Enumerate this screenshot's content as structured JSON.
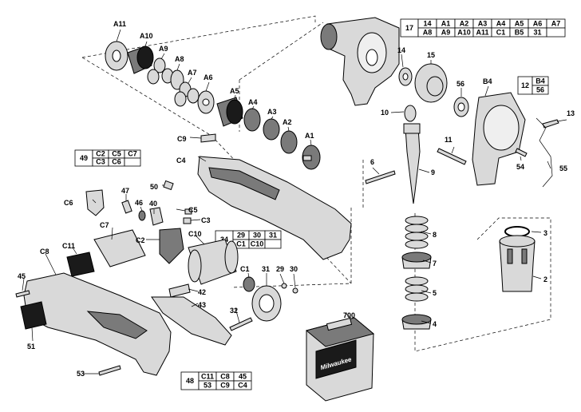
{
  "callouts": {
    "a11": "A11",
    "a10": "A10",
    "a9": "A9",
    "a8": "A8",
    "a7": "A7",
    "a6": "A6",
    "a5": "A5",
    "a4": "A4",
    "a3": "A3",
    "a2": "A2",
    "a1": "A1",
    "c9": "C9",
    "c4": "C4",
    "c6": "C6",
    "c5": "C5",
    "c3": "C3",
    "c2": "C2",
    "c7": "C7",
    "c11": "C11",
    "c8": "C8",
    "c10": "C10",
    "c1": "C1",
    "p14": "14",
    "p15": "15",
    "p56": "56",
    "b4": "B4",
    "p10": "10",
    "p13": "13",
    "p11": "11",
    "p6": "6",
    "p9": "9",
    "p54": "54",
    "p55": "55",
    "p50": "50",
    "p47": "47",
    "p46": "46",
    "p40": "40",
    "p45": "45",
    "p51": "51",
    "p53": "53",
    "p42": "42",
    "p43": "43",
    "p32": "32",
    "p31": "31",
    "p29": "29",
    "p30": "30",
    "p8": "8",
    "p7": "7",
    "p5": "5",
    "p4": "4",
    "p3": "3",
    "p2": "2",
    "p700": "700"
  },
  "kits": {
    "k17": {
      "id": "17",
      "row1": [
        "14",
        "A1",
        "A2",
        "A3",
        "A4",
        "A5",
        "A6",
        "A7"
      ],
      "row2": [
        "A8",
        "A9",
        "A10",
        "A11",
        "C1",
        "B5",
        "31",
        ""
      ]
    },
    "k12": {
      "id": "12",
      "row1": [
        "B4"
      ],
      "row2": [
        "56"
      ]
    },
    "k49": {
      "id": "49",
      "row1": [
        "C2",
        "C5",
        "C7"
      ],
      "row2": [
        "C3",
        "C6",
        ""
      ]
    },
    "k34": {
      "id": "34",
      "row1": [
        "29",
        "30",
        "31"
      ],
      "row2": [
        "C1",
        "C10",
        ""
      ]
    },
    "k48": {
      "id": "48",
      "row1": [
        "C11",
        "C8",
        "45"
      ],
      "row2": [
        "53",
        "C9",
        "C4"
      ]
    }
  },
  "case_brand": "Milwaukee"
}
